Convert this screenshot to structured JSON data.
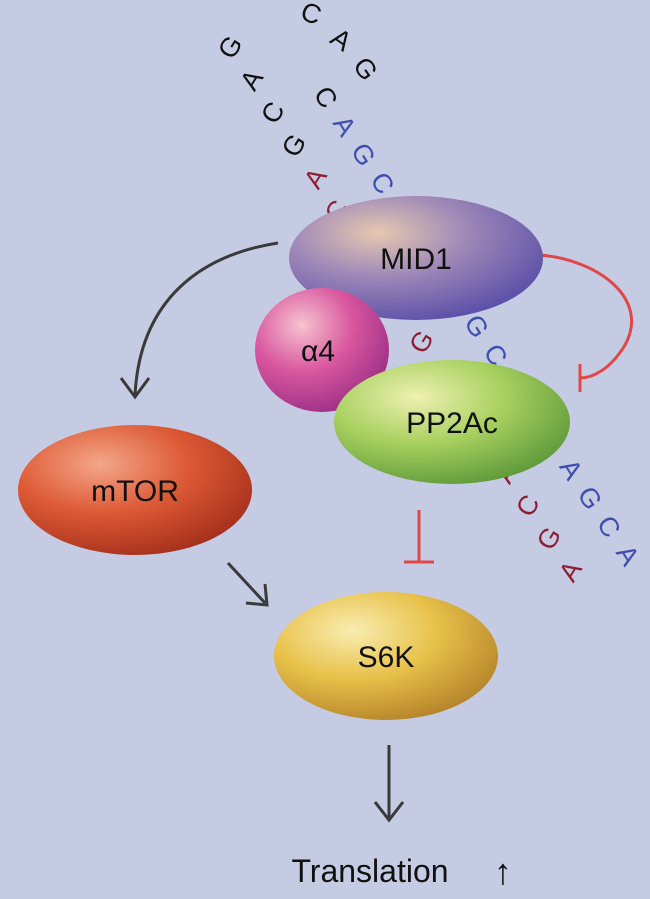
{
  "colors": {
    "background": "#c5cbe3",
    "activation_arrow": "#3a3a3a",
    "inhibition": "#e04848",
    "strand_outer": "#111111",
    "strand_red": "#8e1f33",
    "strand_blue": "#3e4fae",
    "mid1": "#7f6db4",
    "alpha4": "#d7479c",
    "pp2ac": "#9ecb55",
    "mtor": "#d8502e",
    "s6k": "#e4b73c"
  },
  "nodes": {
    "mid1": "MID1",
    "alpha4": "α4",
    "pp2ac": "PP2Ac",
    "mtor": "mTOR",
    "s6k": "S6K"
  },
  "output": {
    "label": "Translation",
    "arrow": "↑"
  },
  "sequence": {
    "top_loop": "CAG",
    "left_strand": "AGCAGCAGCAGCAGCAG",
    "right_strand": "CAGCAGCAGCAGCAGCA"
  }
}
